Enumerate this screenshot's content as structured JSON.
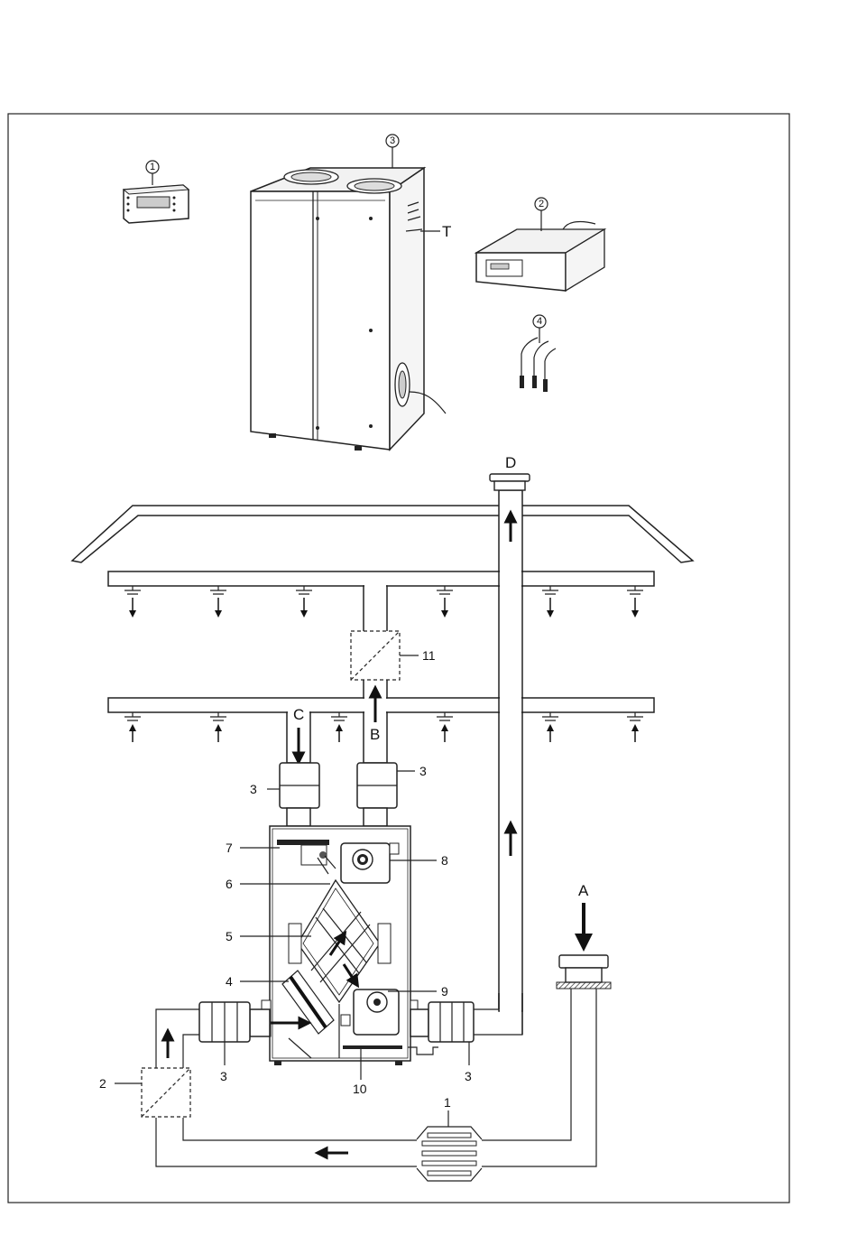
{
  "labels": {
    "c1": "1",
    "c2": "2",
    "c3": "3",
    "c4": "4",
    "T": "T",
    "A": "A",
    "B": "B",
    "C": "C",
    "D": "D",
    "n1": "1",
    "n2": "2",
    "n3_top_left": "3",
    "n3_top_right": "3",
    "n3_bottom_left": "3",
    "n3_bottom_right": "3",
    "n4": "4",
    "n5": "5",
    "n6": "6",
    "n7": "7",
    "n8": "8",
    "n9": "9",
    "n10": "10",
    "n11": "11"
  }
}
